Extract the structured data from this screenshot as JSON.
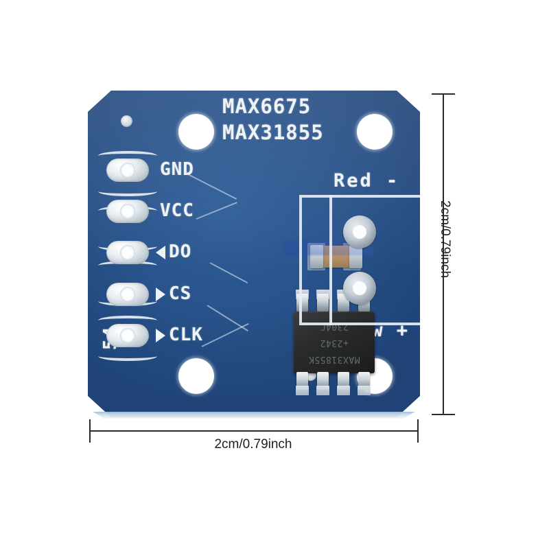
{
  "image": {
    "subject": "MAX6675 / MAX31855 thermocouple amplifier breakout board",
    "background_color": "#ffffff"
  },
  "board": {
    "color": "#29548c",
    "silkscreen_color": "#eef3f8",
    "title_line1": "MAX6675",
    "title_line2": "MAX31855",
    "revision_mark": "54",
    "pins": [
      {
        "label": "GND",
        "arrow": "none"
      },
      {
        "label": "VCC",
        "arrow": "none"
      },
      {
        "label": "DO",
        "arrow": "left"
      },
      {
        "label": "CS",
        "arrow": "right"
      },
      {
        "label": "CLK",
        "arrow": "right"
      }
    ],
    "terminal": {
      "top_label": "Red -",
      "bottom_label": "Yellow +"
    },
    "ic": {
      "package": "SOIC-8",
      "marking_line1": "MAX31855K",
      "marking_line2": "+2342",
      "marking_line3": "2304C"
    },
    "capacitor": {
      "type": "SMD ceramic capacitor",
      "body_color": "#b8956d"
    },
    "mounting_holes": 4,
    "vias": 2
  },
  "dimensions": {
    "width_label": "2cm/0.79inch",
    "height_label": "2cm/0.79inch",
    "line_color": "#2b2b2b"
  }
}
